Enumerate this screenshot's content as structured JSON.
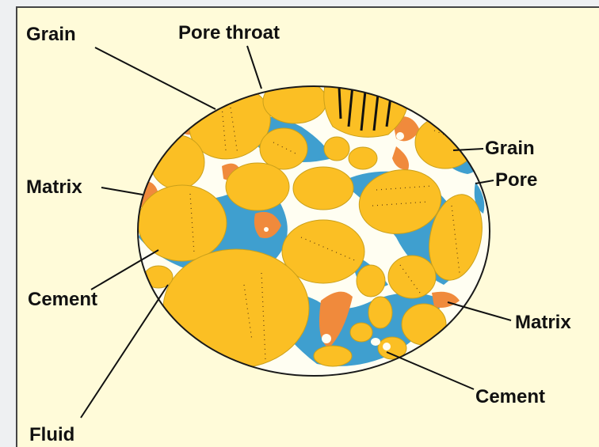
{
  "labels": {
    "grain_top_left": "Grain",
    "pore_throat": "Pore throat",
    "grain_right": "Grain",
    "pore_right": "Pore",
    "matrix_left": "Matrix",
    "cement_left": "Cement",
    "matrix_right": "Matrix",
    "cement_right": "Cement",
    "fluid": "Fluid"
  },
  "colors": {
    "background": "#fffbd9",
    "grain": "#fbbf24",
    "cement": "#3f9fcf",
    "matrix": "#f08a3c",
    "pore": "#fffef2",
    "outline": "#1a1a1a"
  }
}
